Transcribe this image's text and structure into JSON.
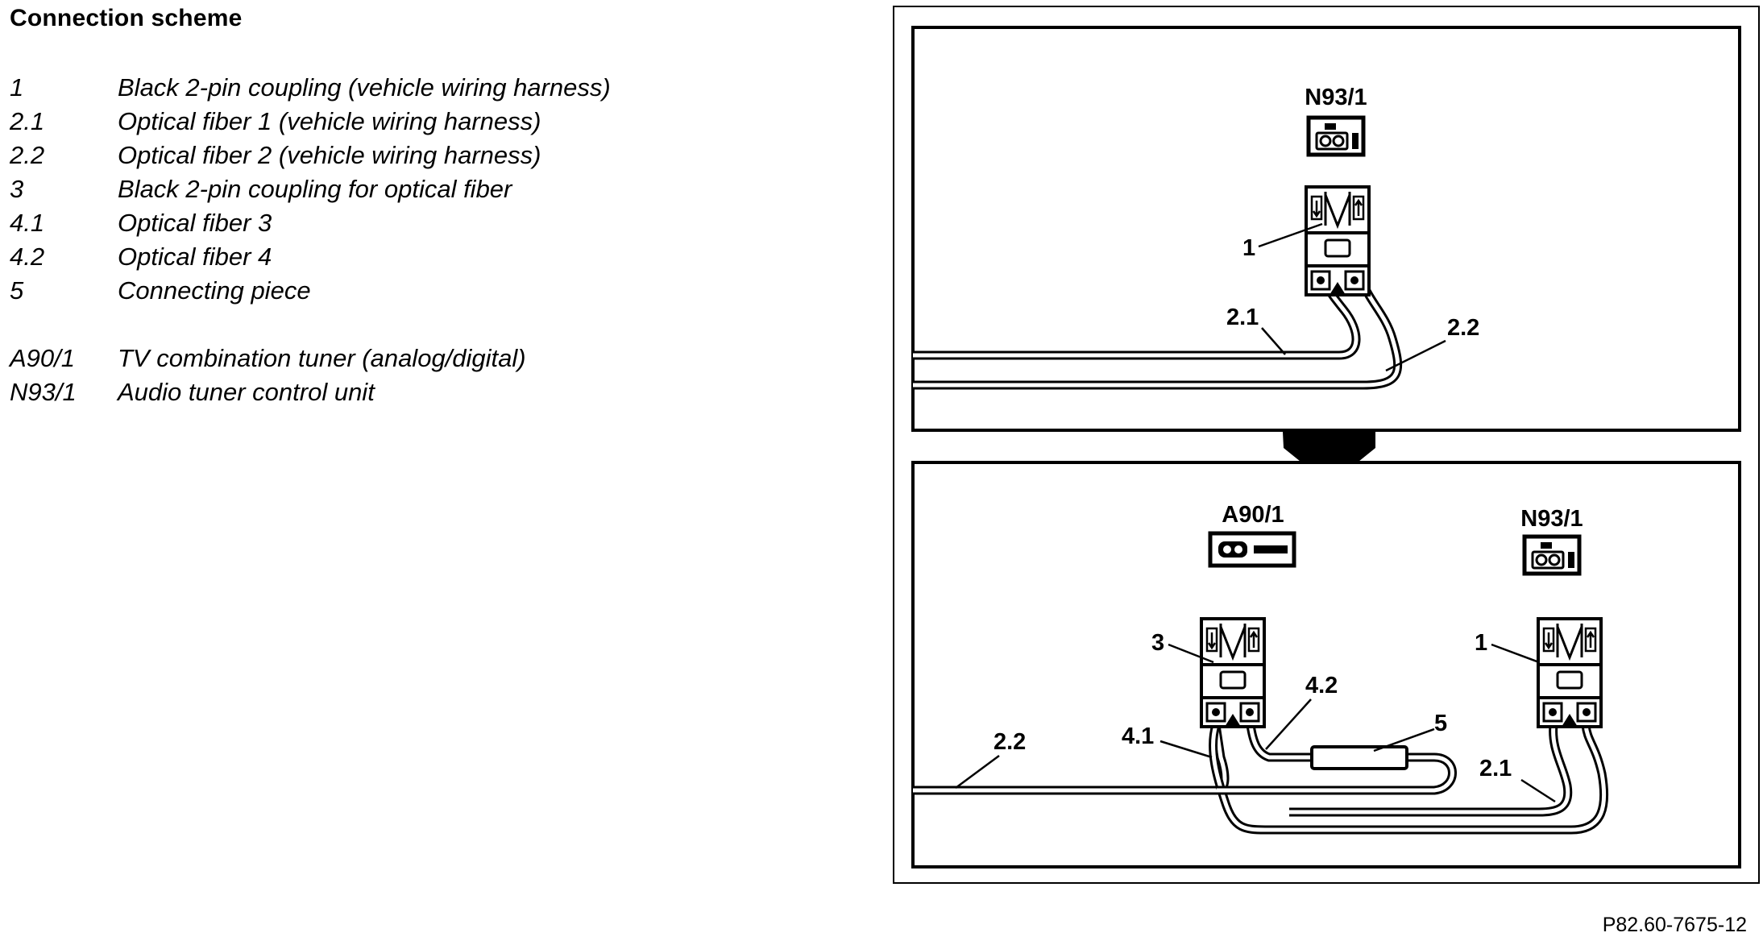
{
  "heading": "Connection scheme",
  "legend": [
    {
      "code": "1",
      "text": "Black 2-pin coupling (vehicle wiring harness)"
    },
    {
      "code": "2.1",
      "text": "Optical fiber 1 (vehicle wiring harness)"
    },
    {
      "code": "2.2",
      "text": "Optical fiber 2 (vehicle wiring harness)"
    },
    {
      "code": "3",
      "text": "Black 2-pin coupling for optical fiber"
    },
    {
      "code": "4.1",
      "text": "Optical fiber 3"
    },
    {
      "code": "4.2",
      "text": "Optical fiber 4"
    },
    {
      "code": "5",
      "text": "Connecting piece"
    }
  ],
  "components": [
    {
      "code": "A90/1",
      "text": "TV combination tuner (analog/digital)"
    },
    {
      "code": "N93/1",
      "text": "Audio tuner control unit"
    }
  ],
  "diagram": {
    "top_panel": {
      "unit_label": "N93/1",
      "callouts": {
        "coupling": "1",
        "fiber_a": "2.1",
        "fiber_b": "2.2"
      }
    },
    "bottom_panel": {
      "unit_label_left": "A90/1",
      "unit_label_right": "N93/1",
      "callouts": {
        "coupling_left": "3",
        "coupling_right": "1",
        "fiber_2_2": "2.2",
        "fiber_4_1": "4.1",
        "fiber_4_2": "4.2",
        "connecting_piece": "5",
        "fiber_2_1": "2.1"
      }
    }
  },
  "figure_ref": "P82.60-7675-12"
}
